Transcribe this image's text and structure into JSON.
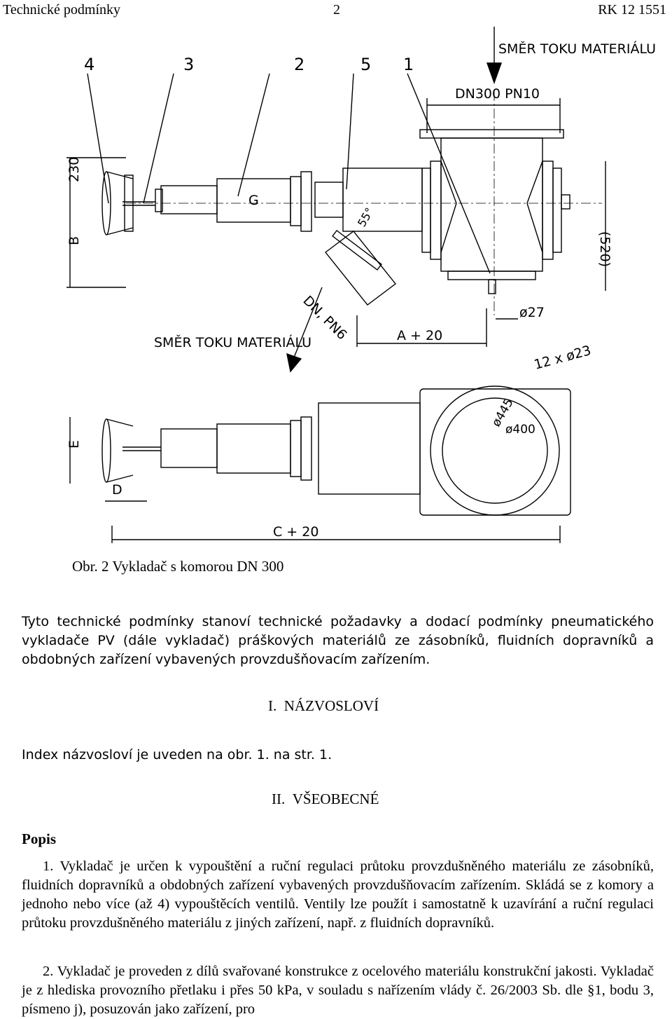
{
  "header": {
    "left": "Technické podmínky",
    "page": "2",
    "right": "RK 12 1551"
  },
  "drawing": {
    "labels": {
      "flow_top": "SMĚR TOKU MATERIÁLU",
      "flow_bottom": "SMĚR TOKU MATERIÁLU",
      "dn300": "DN300 PN10",
      "dn_pn6": "DN, PN6",
      "angle": "55°",
      "g": "G",
      "dim_230": "230",
      "dim_b": "B",
      "dim_520": "(520)",
      "dim_a20": "A + 20",
      "dim_d27": "ø27",
      "dim_12x23": "12 x ø23",
      "dim_445": "ø445",
      "dim_400": "ø400",
      "dim_e": "E",
      "dim_d": "D",
      "dim_c20": "C + 20",
      "pos_4": "4",
      "pos_3": "3",
      "pos_2": "2",
      "pos_5": "5",
      "pos_1": "1"
    }
  },
  "caption": "Obr. 2 Vykladač s komorou DN 300",
  "intro": "Tyto technické podmínky stanoví technické požadavky a dodací podmínky pneumatického vykladače PV (dále vykladač) práškových materiálů ze zásobníků, fluidních dopravníků a obdobných zařízení vybavených provzdušňovacím zařízením.",
  "section1": {
    "num": "I.",
    "title": "NÁZVOSLOVÍ"
  },
  "index_text": "Index názvosloví je uveden na obr. 1. na str. 1.",
  "section2": {
    "num": "II.",
    "title": "VŠEOBECNÉ"
  },
  "popis": "Popis",
  "item1": "1. Vykladač je určen k vypouštění a ruční regulaci průtoku provzdušněného materiálu ze zásobníků, fluidních dopravníků a obdobných zařízení vybavených provzdušňovacím zařízením. Skládá se z komory a jednoho nebo více (až 4) vypouštěcích ventilů. Ventily lze použít i samostatně k uzavírání a ruční regulaci průtoku provzdušněného materiálu z jiných zařízení, např. z fluidních dopravníků.",
  "item2": "2. Vykladač je proveden z dílů svařované konstrukce z ocelového materiálu konstrukční jakosti. Vykladač je z hlediska provozního přetlaku i přes 50 kPa, v souladu s nařízením vlády č. 26/2003 Sb. dle §1, bodu 3, písmeno j), posuzován jako zařízení, pro"
}
